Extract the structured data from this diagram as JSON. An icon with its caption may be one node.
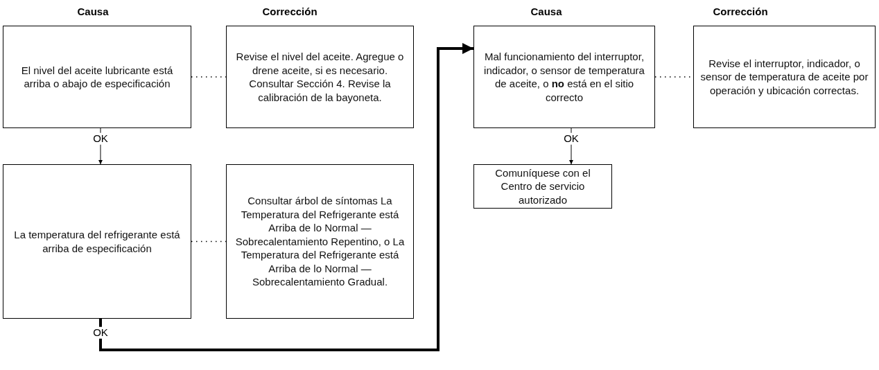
{
  "diagram": {
    "nodes": [
      {
        "text": [
          "El nivel del aceite lubricante está arriba o abajo de especificación"
        ]
      },
      {
        "text": [
          "Revise el nivel del aceite. Agregue o drene aceite, si es necesario. Consultar Sección 4. Revise la calibración de la bayoneta."
        ]
      },
      {
        "text": [
          "La temperatura del refrigerante está arriba de especificación"
        ]
      },
      {
        "text": [
          "Consultar árbol de síntomas La Temperatura del Refrigerante está Arriba de lo Normal — Sobrecalentamiento Repentino, o La Temperatura del Refrigerante está Arriba de lo Normal — Sobrecalentamiento Gradual."
        ]
      },
      {
        "text": [
          "Mal funcionamiento del interruptor, indicador, o sensor de temperatura de aceite, o **no** está en el sitio correcto"
        ]
      },
      {
        "text": [
          "Revise el interruptor, indicador, o sensor de temperatura de aceite por operación y ubicación correctas."
        ]
      },
      {
        "text": [
          "Comuníquese con el Centro de servicio autorizado"
        ]
      }
    ],
    "edges": [
      {
        "from": 0,
        "to": 1,
        "arrow": "none",
        "style": "dashed"
      },
      {
        "from": 0,
        "to": 2,
        "arrow": "to",
        "label": "OK"
      },
      {
        "from": 2,
        "to": 3,
        "arrow": "none",
        "style": "dashed"
      },
      {
        "from": 2,
        "to": 4,
        "arrow": "to",
        "label": "OK",
        "style": "thick"
      },
      {
        "from": 4,
        "to": 5,
        "arrow": "none",
        "style": "dashed"
      },
      {
        "from": 4,
        "to": 6,
        "arrow": "to",
        "label": "OK"
      }
    ],
    "labels": [
      "Causa",
      "Corrección",
      "Causa",
      "Corrección"
    ]
  }
}
